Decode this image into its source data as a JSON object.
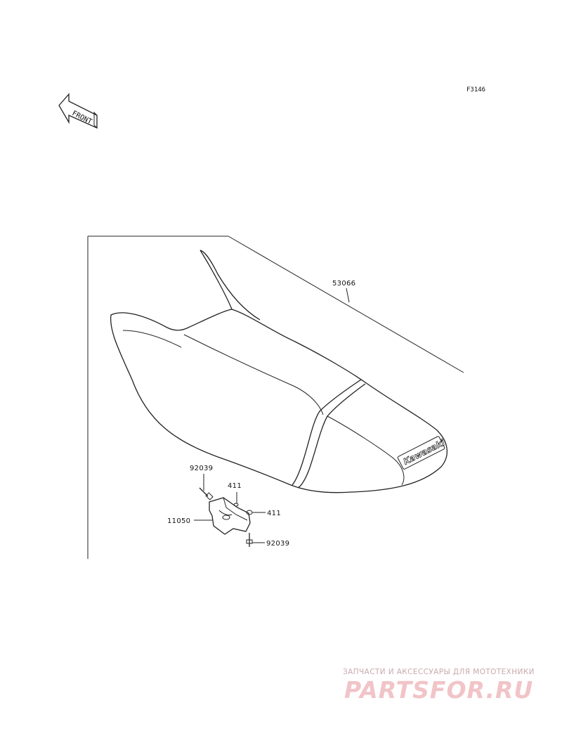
{
  "figure_code": "F3146",
  "front_marker": "FRONT",
  "brand_on_seat": "Kawasaki",
  "parts": {
    "seat": "53066",
    "bolt_top": "92039",
    "collar_top": "411",
    "bracket": "11050",
    "collar_right": "411",
    "bolt_bottom": "92039"
  },
  "watermark": {
    "caption": "ЗАПЧАСТИ И АКСЕССУАРЫ ДЛЯ МОТОТЕХНИКИ",
    "logo": "PARTSFOR.RU"
  }
}
